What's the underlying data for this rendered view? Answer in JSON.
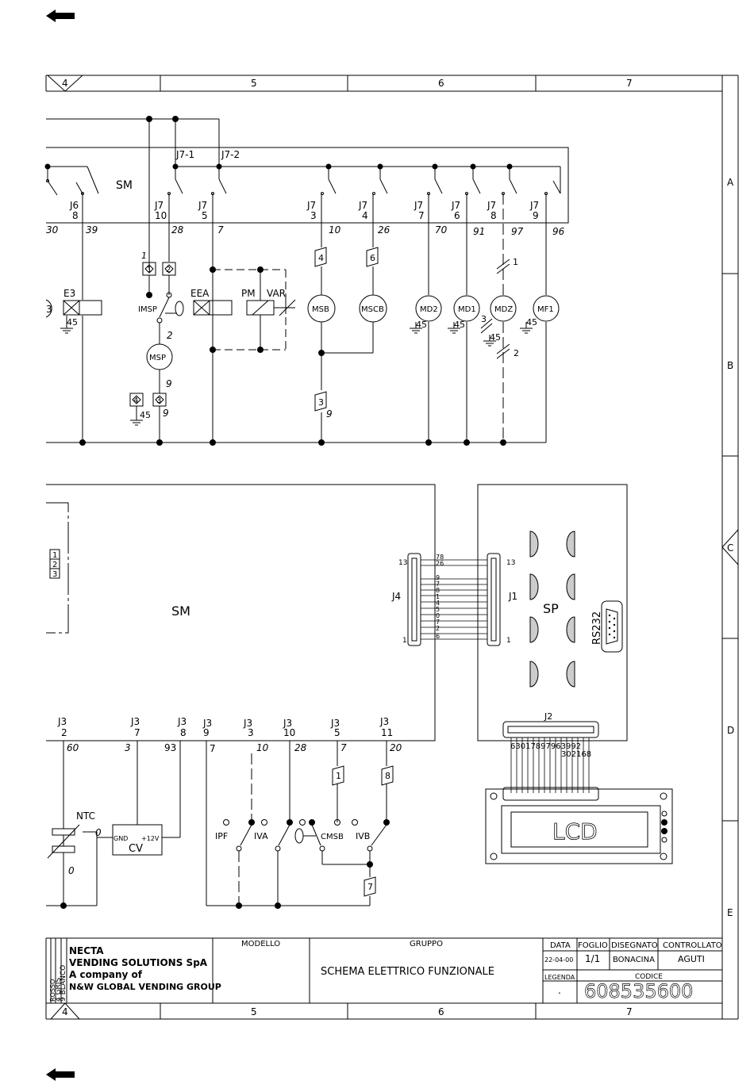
{
  "frame": {
    "top_columns": [
      "4",
      "5",
      "6",
      "7"
    ],
    "bottom_columns": [
      "4",
      "5",
      "6",
      "7"
    ],
    "rows": [
      "A",
      "B",
      "C",
      "D",
      "E"
    ]
  },
  "upper": {
    "board_label": "SM",
    "top_taps": [
      "J7-1",
      "J7-2"
    ],
    "connectors": [
      {
        "id": "j6-8",
        "label": "J6",
        "pin": "8",
        "wire": "39"
      },
      {
        "id": "j7-10",
        "label": "J7",
        "pin": "10",
        "wire": "28"
      },
      {
        "id": "j7-5",
        "label": "J7",
        "pin": "5",
        "wire": "7"
      },
      {
        "id": "j7-3",
        "label": "J7",
        "pin": "3",
        "wire": "10"
      },
      {
        "id": "j7-4",
        "label": "J7",
        "pin": "4",
        "wire": "26"
      },
      {
        "id": "j7-7",
        "label": "J7",
        "pin": "7",
        "wire": "70"
      },
      {
        "id": "j7-6",
        "label": "J7",
        "pin": "6",
        "wire": "91"
      },
      {
        "id": "j7-8",
        "label": "J7",
        "pin": "8",
        "wire": "97"
      },
      {
        "id": "j7-9",
        "label": "J7",
        "pin": "9",
        "wire": "96"
      }
    ],
    "left_wire": "30",
    "components": {
      "e3": "E3",
      "e3_ground": "45",
      "imsp": "IMSP",
      "msp": "MSP",
      "msp_wire_in": "2",
      "msp_wire_out": "9",
      "term_1": "1",
      "term_2": "2",
      "term_3": "3",
      "term_4": "4",
      "term_ground": "45",
      "term_wire": "9",
      "eea": "EEA",
      "pm": "PM",
      "var": "VAR",
      "msb": "MSB",
      "mscb": "MSCB",
      "md2": "MD2",
      "md1": "MD1",
      "mdz": "MDZ",
      "mf1": "MF1",
      "md2_ground": "45",
      "md1_ground": "45",
      "mdz_ground": "45",
      "mf1_ground": "45",
      "flag_4": "4",
      "flag_6": "6",
      "flag_3": "3",
      "flag_3_wire": "9",
      "mdz_mark_1": "1",
      "mdz_mark_2": "2",
      "mdz_mark_3": "3",
      "left_circle_text": "3"
    }
  },
  "lower": {
    "board_label": "SM",
    "sp_label": "SP",
    "rs232": "RS232",
    "j4_label": "J4",
    "j1_label": "J1",
    "j2_label": "J2",
    "j4_pin_top": "13",
    "j4_pin_bottom": "1",
    "j1_pin_top": "13",
    "j1_pin_bottom": "1",
    "bus_wires": [
      "78",
      "26",
      "9",
      "7",
      "8",
      "1",
      "4",
      "5",
      "0",
      "7",
      "2",
      "6"
    ],
    "j2_wires_top": "63017897963992",
    "j2_wires_bottom": "302168",
    "lcd_label": "LCD",
    "stack_labels": [
      "1",
      "2",
      "3"
    ],
    "connectors": [
      {
        "id": "j3-2",
        "label": "J3",
        "pin": "2",
        "wire": "60"
      },
      {
        "id": "j3-7",
        "label": "J3",
        "pin": "7",
        "wire": "3"
      },
      {
        "id": "j3-8",
        "label": "J3",
        "pin": "8",
        "wire": "93"
      },
      {
        "id": "j3-9",
        "label": "J3",
        "pin": "9",
        "wire": "7"
      },
      {
        "id": "j3-3",
        "label": "J3",
        "pin": "3",
        "wire": "10"
      },
      {
        "id": "j3-10",
        "label": "J3",
        "pin": "10",
        "wire": "28"
      },
      {
        "id": "j3-5",
        "label": "J3",
        "pin": "5",
        "wire": "7"
      },
      {
        "id": "j3-11",
        "label": "J3",
        "pin": "11",
        "wire": "20"
      }
    ],
    "ntc": "NTC",
    "ntc_wire_a": "0",
    "ntc_wire_b": "0",
    "cv": "CV",
    "cv_gnd": "GND",
    "cv_12v": "+12V",
    "ipf": "IPF",
    "iva": "IVA",
    "cmsb": "CMSB",
    "ivb": "IVB",
    "flag_1": "1",
    "flag_8": "8",
    "flag_7": "7"
  },
  "title_block": {
    "company_line1": "NECTA",
    "company_line2": "VENDING SOLUTIONS SpA",
    "company_line3": "A company of",
    "company_line4": "N&W GLOBAL VENDING GROUP",
    "side_strip_1": "9 BLANCO",
    "side_strip_2": "4 GRIS",
    "side_strip_3": "ROSSO",
    "modello_header": "MODELLO",
    "gruppo_header": "GRUPPO",
    "gruppo_value": "SCHEMA ELETTRICO FUNZIONALE",
    "data_header": "DATA",
    "data_value": "22-04-00",
    "foglio_header": "FOGLIO",
    "foglio_value": "1/1",
    "disegnato_header": "DISEGNATO",
    "disegnato_value": "BONACINA",
    "controllato_header": "CONTROLLATO",
    "controllato_value": "AGUTI",
    "legenda_header": "LEGENDA",
    "legenda_value": ".",
    "codice_header": "CODICE",
    "codice_value": "608535600"
  },
  "nav": {
    "back_top": "back-arrow-icon",
    "back_bottom": "back-arrow-icon"
  }
}
